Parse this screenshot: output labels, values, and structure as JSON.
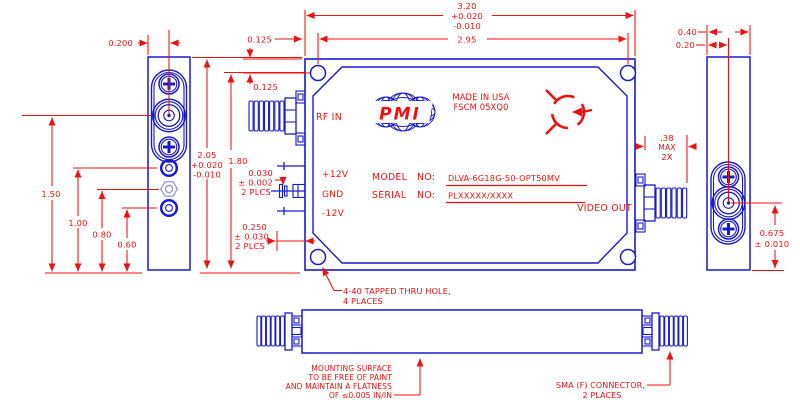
{
  "colors": {
    "line": "#1a1acd",
    "dim": "#ee1111",
    "bg": "#ffffff"
  },
  "front": {
    "rf_in": "RF IN",
    "logo": "PMI",
    "made_in": "MADE IN USA",
    "fscm": "FSCM 05XQ0",
    "v_plus": "+12V",
    "v_gnd": "GND",
    "v_minus": "-12V",
    "model_label": "MODEL",
    "model_colon": "NO:",
    "model_value": "DLVA-6G18G-50-OPT50MV",
    "serial_label": "SERIAL",
    "serial_colon": "NO:",
    "serial_value": "PLXXXXX/XXXX",
    "video_out": "VIDEO OUT"
  },
  "dims": {
    "overall_w": "3.20",
    "overall_w_p": "+0.020",
    "overall_w_m": "-0.010",
    "hole_span_h": "2.95",
    "hole_off_top": "0.125",
    "hole_off_side": "0.125",
    "left_offset": "0.200",
    "overall_h": "2.05",
    "overall_h_p": "+0.020",
    "overall_h_m": "-0.010",
    "hole_span_v": "1.80",
    "rf_height": "1.50",
    "pin_h1": "1.00",
    "pin_h2": "0.80",
    "pin_h3": "0.60",
    "right_w": "0.40",
    "right_c": "0.20",
    "prot": ".38",
    "prot_max": "MAX",
    "prot_2x": "2X",
    "video_h": "0.675",
    "video_h_tol": "±  0.010",
    "pin_dia": "0.030",
    "pin_dia_tol": "±  0.002",
    "pin_dia_pl": "2 PLCS",
    "pin_len": "0.250",
    "pin_len_tol": "±  0.030",
    "pin_len_pl": "2 PLCS"
  },
  "notes": {
    "tapped1": "4-40 TAPPED THRU HOLE,",
    "tapped2": "4 PLACES",
    "mount1": "MOUNTING SURFACE",
    "mount2": "TO BE FREE OF PAINT",
    "mount3": "AND MAINTAIN A FLATNESS",
    "mount4": "OF ≤0.005 IN/IN",
    "sma1": "SMA (F) CONNECTOR,",
    "sma2": "2 PLACES"
  }
}
